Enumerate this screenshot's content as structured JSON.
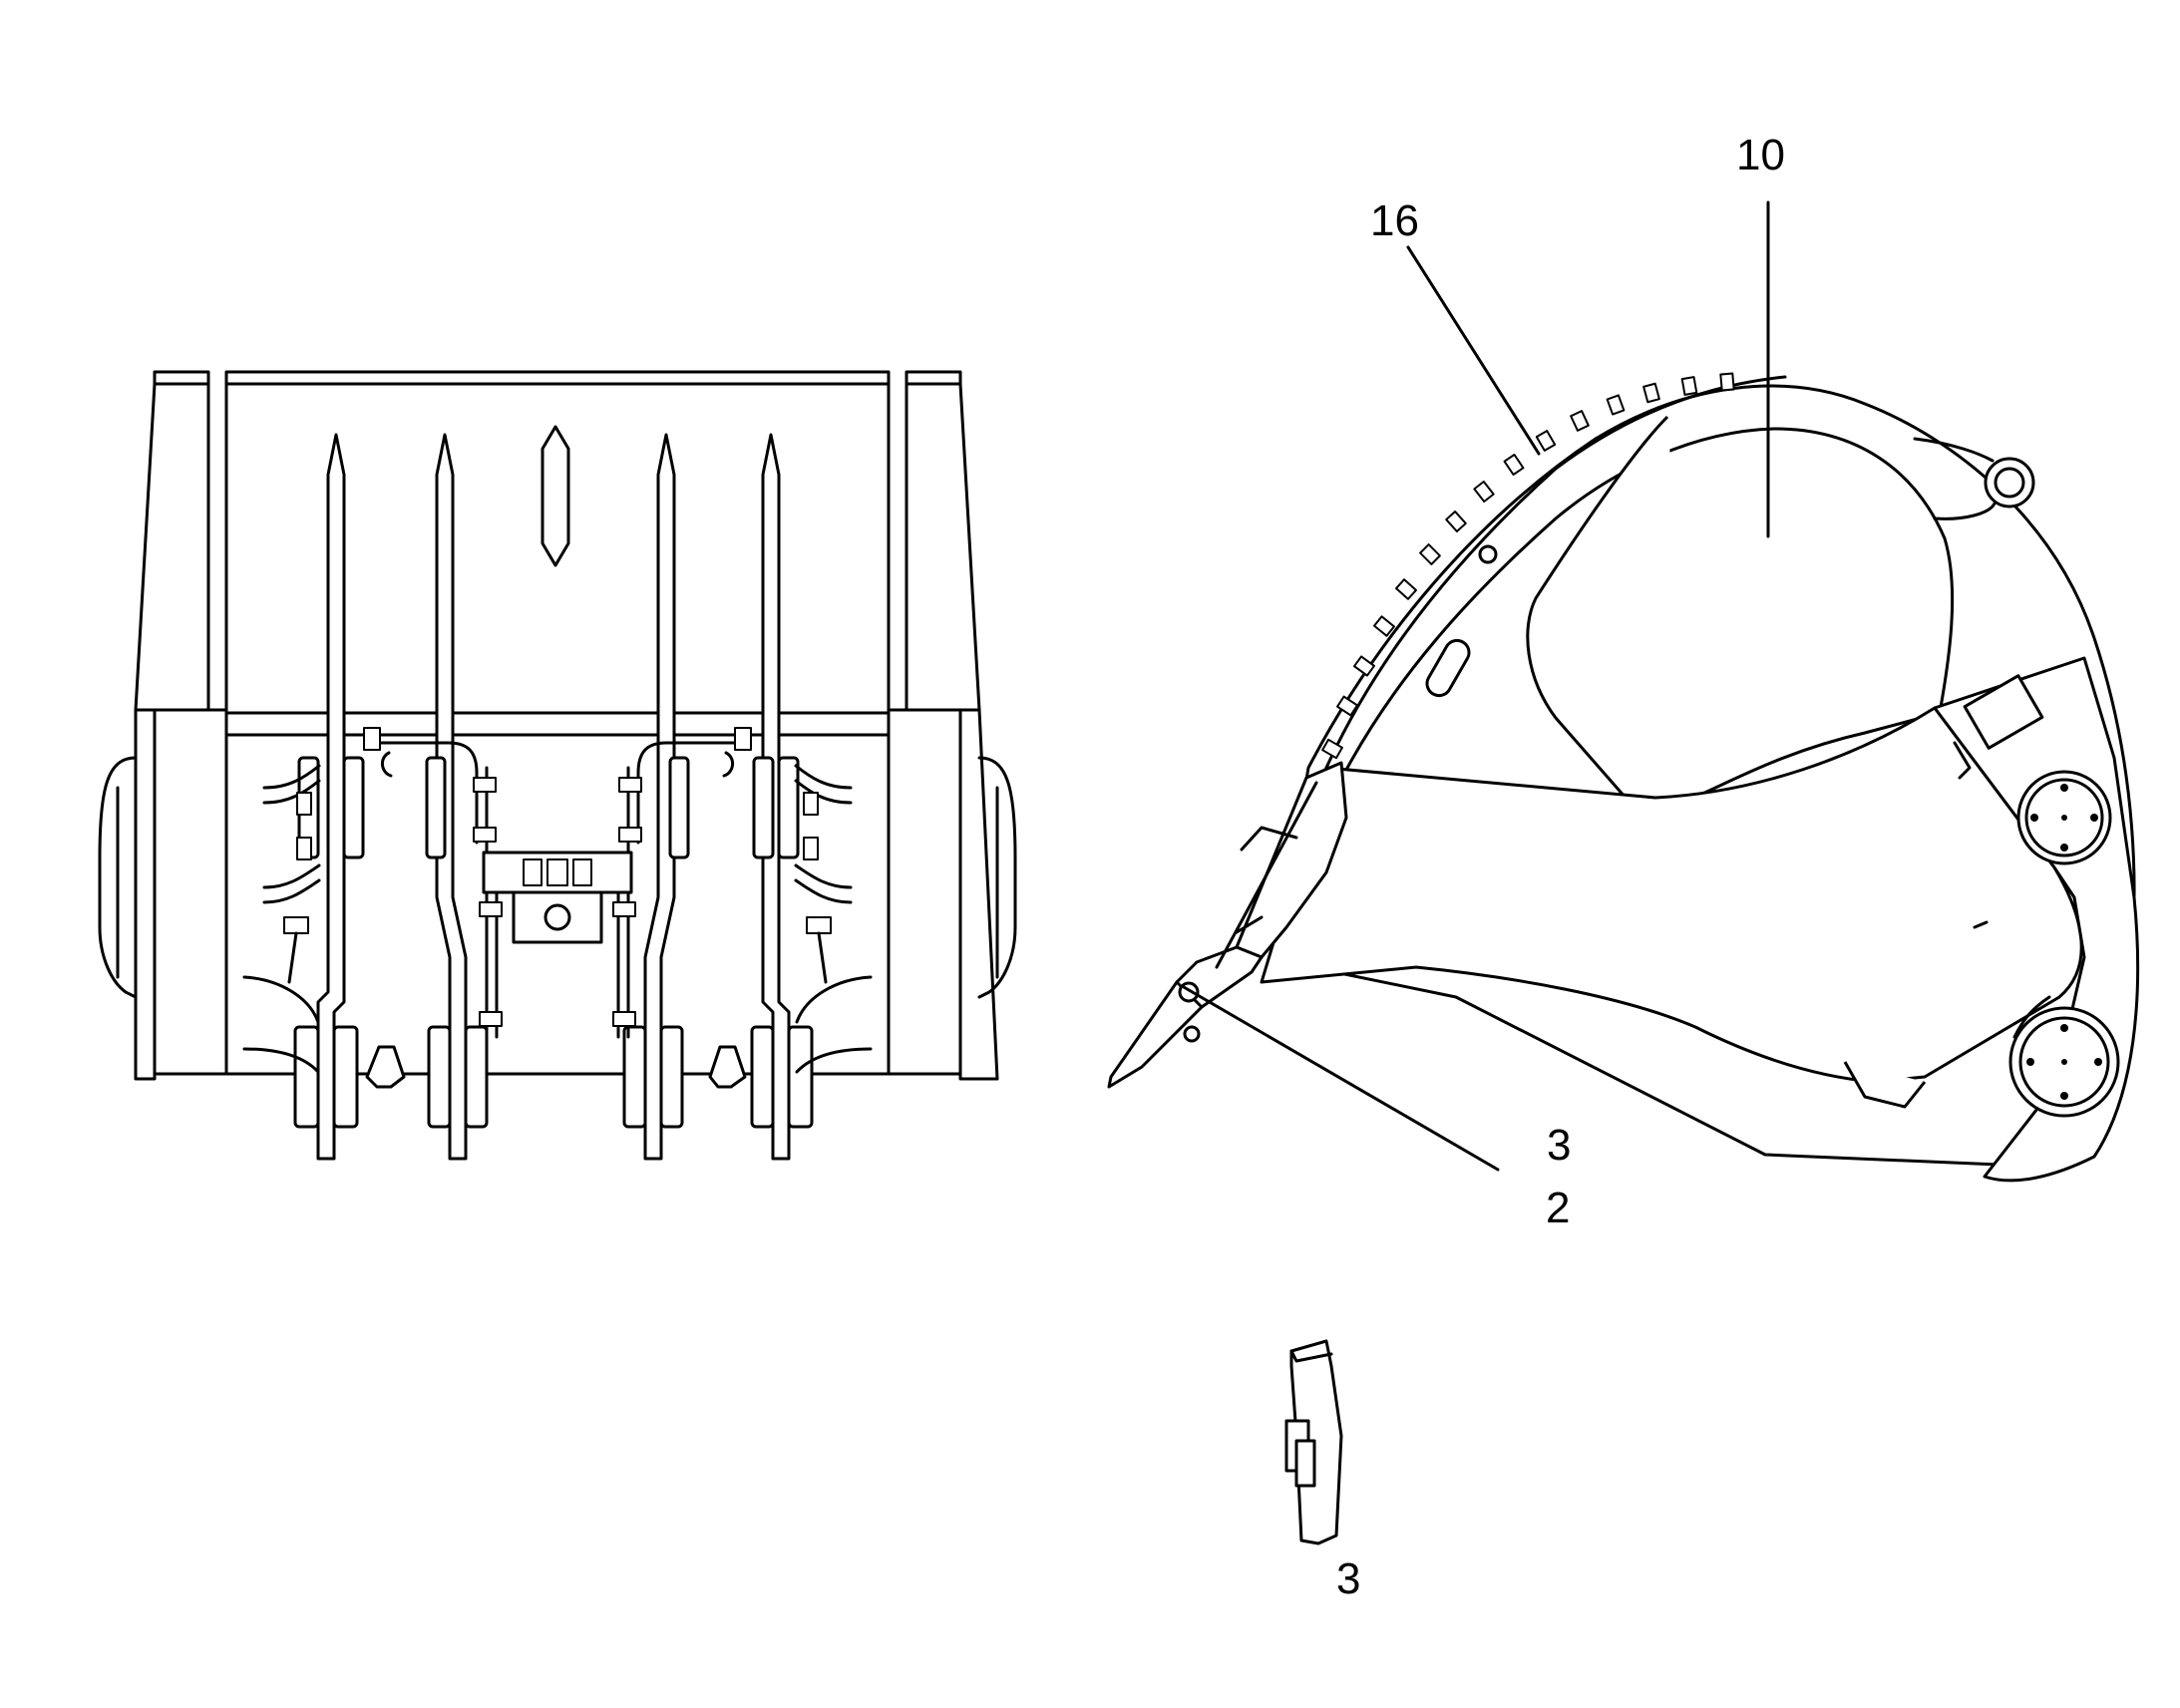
{
  "callouts": {
    "c10": "10",
    "c16": "16",
    "c3a": "3",
    "c2": "2",
    "c3b": "3"
  },
  "colors": {
    "line": "#000000",
    "background": "#ffffff"
  }
}
